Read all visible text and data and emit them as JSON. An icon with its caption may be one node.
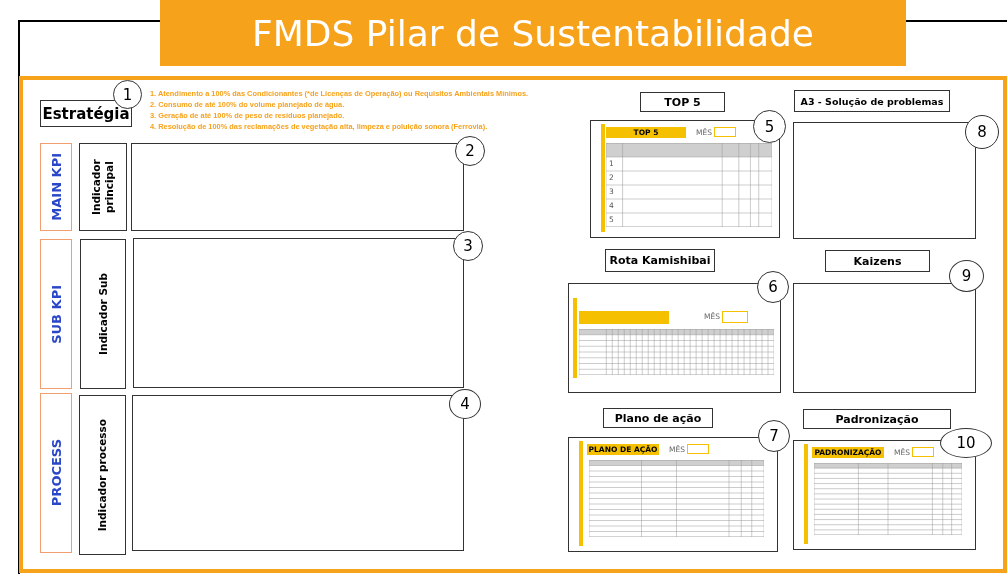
{
  "diagram": {
    "title": "FMDS Pilar de Sustentabilidade",
    "nodes": [
      {
        "text": [
          "Estratégia"
        ]
      },
      {
        "text": [
          "1"
        ]
      },
      {
        "text": [
          "MAIN KPI"
        ]
      },
      {
        "text": [
          "Indicador principal"
        ]
      },
      {
        "text": [],
        "shape": "box"
      },
      {
        "text": [
          "2"
        ]
      },
      {
        "text": [
          "SUB KPI"
        ]
      },
      {
        "text": [
          "Indicador Sub"
        ]
      },
      {
        "text": [],
        "shape": "box"
      },
      {
        "text": [
          "3"
        ]
      },
      {
        "text": [
          "PROCESS"
        ]
      },
      {
        "text": [
          "Indicador processo"
        ]
      },
      {
        "text": [],
        "shape": "box"
      },
      {
        "text": [
          "4"
        ]
      },
      {
        "text": [
          "TOP 5"
        ]
      },
      {
        "text": [
          "TOP 5",
          "MÊS",
          "1",
          "2",
          "3",
          "4",
          "5"
        ]
      },
      {
        "text": [
          "5"
        ]
      },
      {
        "text": [
          "A3 - Solução de problemas"
        ]
      },
      {
        "text": [],
        "shape": "box"
      },
      {
        "text": [
          "8"
        ]
      },
      {
        "text": [
          "Rota Kamishibai"
        ]
      },
      {
        "text": [
          "MÊS"
        ]
      },
      {
        "text": [
          "6"
        ]
      },
      {
        "text": [
          "Kaizens"
        ]
      },
      {
        "text": [],
        "shape": "box"
      },
      {
        "text": [
          "9"
        ]
      },
      {
        "text": [
          "Plano de ação"
        ]
      },
      {
        "text": [
          "PLANO DE AÇÃO",
          "MÊS"
        ]
      },
      {
        "text": [
          "7"
        ]
      },
      {
        "text": [
          "Padronização"
        ]
      },
      {
        "text": [
          "PADRONIZAÇÃO",
          "MÊS"
        ]
      },
      {
        "text": [
          "10"
        ]
      }
    ],
    "labels": [
      "1. Atendimento a 100% das Condicionantes (*de Licenças de Operação) ou Requisitos Ambientais Mínimos.",
      "2. Consumo de até 100% do volume planejado de água.",
      "3. Geração de até 100% de peso de resíduos planejado.",
      "4. Resolução de 100% das reclamações de vegetação alta, limpeza e poluição sonora (Ferrovia)."
    ]
  }
}
